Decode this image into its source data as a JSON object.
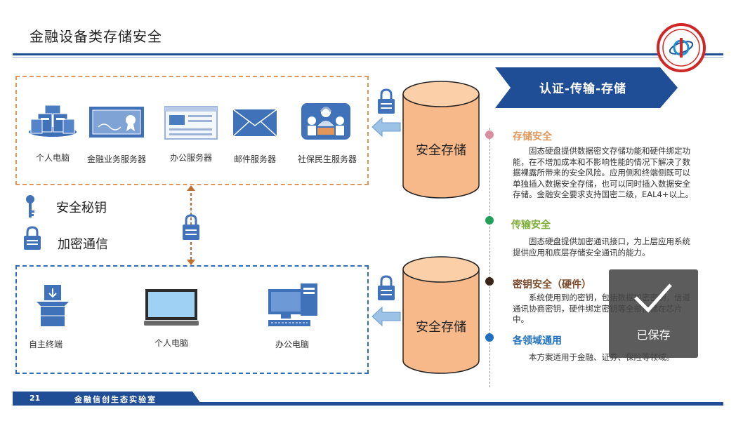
{
  "header": {
    "title": "金融设备类存储安全"
  },
  "devices_top": [
    {
      "label": "个人电脑",
      "icon": "server-cluster-icon"
    },
    {
      "label": "金融业务服务器",
      "icon": "certificate-icon"
    },
    {
      "label": "办公服务器",
      "icon": "web-page-icon"
    },
    {
      "label": "邮件服务器",
      "icon": "envelope-icon"
    },
    {
      "label": "社保民生服务器",
      "icon": "customer-service-icon"
    }
  ],
  "devices_bottom": [
    {
      "label": "自主终端",
      "icon": "terminal-box-icon"
    },
    {
      "label": "个人电脑",
      "icon": "laptop-icon"
    },
    {
      "label": "办公电脑",
      "icon": "desktop-computer-icon"
    }
  ],
  "legend": {
    "key_label": "安全秘钥",
    "lock_label": "加密通信"
  },
  "storage": {
    "top_label": "安全存储",
    "bottom_label": "安全存储"
  },
  "banner": {
    "text": "认证-传输-存储"
  },
  "sections": [
    {
      "title": "存储安全",
      "color": "#e2975a",
      "dot_color": "#d98fa0",
      "body": "　　固态硬盘提供数据密文存储功能和硬件绑定功能，在不增加成本和不影响性能的情况下解决了数据裸露所带来的安全风险。应用侧和终端侧既可以单独插入数据安全存储，也可以同时插入数据安全存储。金融安全要求支持国密二级，EAL4+以上。"
    },
    {
      "title": "传输安全",
      "color": "#7cae3a",
      "dot_color": "#21a05a",
      "body": "　　固态硬盘提供加密通讯接口，为上层应用系统提供应用和底层存储安全通讯的能力。"
    },
    {
      "title": "密钥安全（硬件）",
      "color": "#7a4a2a",
      "dot_color": "#3a2418",
      "body": "　　系统使用到的密钥，包括数据加密密钥，信道通讯协商密钥，硬件绑定密钥等全部存储在芯片中。"
    },
    {
      "title": "各领域通用",
      "color": "#1f6fc0",
      "dot_color": "#1f6fc0",
      "body": "　　本方案适用于金融、证券、保险等领域。"
    }
  ],
  "footer": {
    "page": "21",
    "text": "金融信创生态实验室"
  },
  "overlay": {
    "text": "已保存",
    "icon": "checkmark-icon"
  },
  "colors": {
    "accent": "#1f4e96",
    "cylinder": "#f7b98a",
    "orange_dash": "#e2975a",
    "blue_dash": "#2e6db4"
  }
}
